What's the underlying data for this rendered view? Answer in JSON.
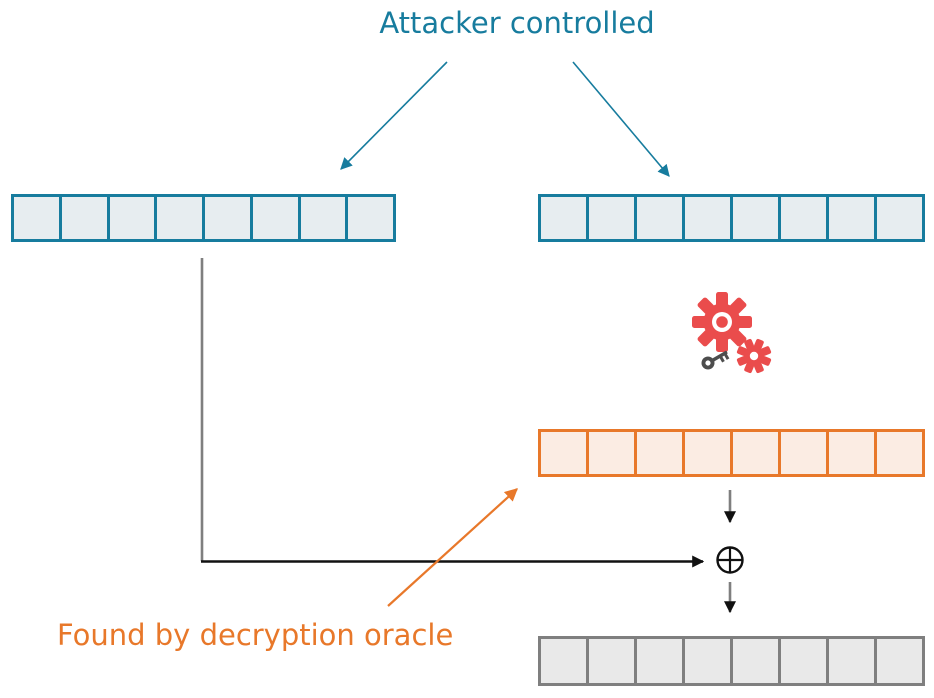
{
  "title": {
    "text": "Attacker controlled"
  },
  "caption": {
    "text": "Found by decryption oracle"
  },
  "blocks": {
    "cell_count": 8,
    "items": [
      {
        "id": "attacker-block-left",
        "style": "teal",
        "label": ""
      },
      {
        "id": "attacker-block-right",
        "style": "teal",
        "label": ""
      },
      {
        "id": "oracle-block",
        "style": "orange",
        "label": ""
      },
      {
        "id": "result-block",
        "style": "gray",
        "label": ""
      }
    ]
  },
  "icons": {
    "cipher": "gears-key-icon",
    "xor_symbol": "⊕"
  },
  "colors": {
    "teal": "#177c9e",
    "teal-fill": "#e7edf0",
    "orange": "#e8782a",
    "orange-fill": "#fbece3",
    "gray": "#7f7f7f",
    "gray-fill": "#e9e9e9",
    "red": "#ea4c4c",
    "key": "#4d4d4d",
    "line": "#111111"
  }
}
